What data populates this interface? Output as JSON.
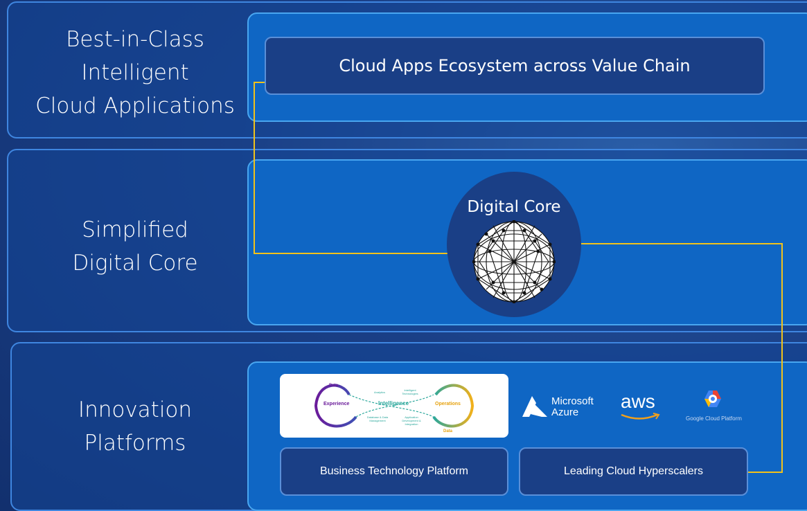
{
  "rows": [
    {
      "label_lines": [
        "Best-in-Class",
        "Intelligent",
        "Cloud Applications"
      ]
    },
    {
      "label_lines": [
        "Simplified",
        "Digital Core"
      ]
    },
    {
      "label_lines": [
        "Innovation",
        "Platforms"
      ]
    }
  ],
  "cloud_apps_box": "Cloud Apps Ecosystem across Value Chain",
  "digital_core": {
    "title": "Digital Core"
  },
  "platform_diagram": {
    "top_label": "Data",
    "left": "Experience",
    "center": "Intelligence",
    "right": "Operations",
    "bottom_label": "Data",
    "small_top_left": "Analytics",
    "small_top_right": "Intelligent Technologies",
    "small_bottom_left": "Database & Data Management",
    "small_bottom_right": "Application Development & Integration"
  },
  "logos": {
    "microsoft": [
      "Microsoft",
      "Azure"
    ],
    "aws": "aws",
    "google": "Google Cloud Platform"
  },
  "buttons": {
    "btp": "Business Technology Platform",
    "hyperscalers": "Leading Cloud Hyperscalers"
  },
  "colors": {
    "connector": "#f2c21a",
    "inner_panel": "#0f66c4",
    "dark_box": "#1a3f86"
  }
}
